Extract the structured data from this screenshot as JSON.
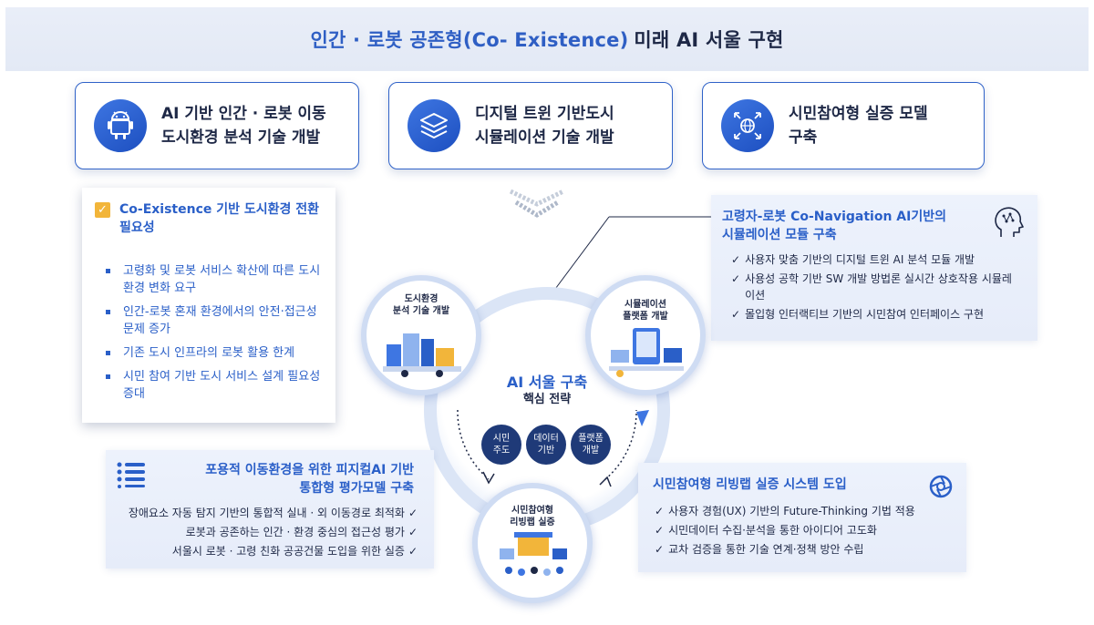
{
  "title": {
    "accent": "인간 · 로봇 공존형(Co- Existence)",
    "rest": "미래 AI 서울 구현"
  },
  "top_cards": [
    {
      "line1": "AI 기반 인간 · 로봇 이동",
      "line2": "도시환경 분석 기술 개발",
      "icon": "android-robot-icon"
    },
    {
      "line1": "디지털 트윈 기반도시",
      "line2": "시뮬레이션 기술 개발",
      "icon": "layers-stack-icon"
    },
    {
      "line1": "시민참여형 실증 모델",
      "line2": "구축",
      "icon": "globe-network-icon"
    }
  ],
  "left_box": {
    "title": "Co-Existence 기반 도시환경 전환 필요성",
    "items": [
      "고령화 및 로봇 서비스 확산에 따른 도시환경 변화 요구",
      "인간-로봇 혼재 환경에서의 안전·접근성 문제 증가",
      "기존 도시 인프라의 로봇 활용 한계",
      "시민 참여 기반 도시 서비스 설계 필요성 증대"
    ]
  },
  "right_top_panel": {
    "title_line1": "고령자-로봇 Co-Navigation AI기반의",
    "title_line2": "시뮬레이션 모듈 구축",
    "items": [
      "사용자 맞춤 기반의 디지털 트윈 AI 분석 모듈 개발",
      "사용성 공학 기반 SW 개발 방법론 실시간 상호작용 시뮬레이션",
      "몰입형 인터랙티브 기반의 시민참여 인터페이스 구현"
    ]
  },
  "left_bottom_panel": {
    "title_line1": "포용적 이동환경을 위한 피지컬AI 기반",
    "title_line2": "통합형 평가모델 구축",
    "items": [
      "장애요소 자동 탐지 기반의 통합적 실내 · 외 이동경로 최적화",
      "로봇과 공존하는 인간 · 환경 중심의 접근성 평가",
      "서울시 로봇 · 고령 친화 공공건물 도입을 위한 실증"
    ]
  },
  "right_bottom_panel": {
    "title": "시민참여형 리빙랩 실증 시스템 도입",
    "items": [
      "사용자 경험(UX) 기반의 Future-Thinking 기법 적용",
      "시민데이터 수집·분석을 통한 아이디어 고도화",
      "교차 검증을 통한 기술 연계·정책 방안 수립"
    ]
  },
  "center": {
    "title": "AI 서울 구축",
    "subtitle": "핵심 전략",
    "pills": [
      {
        "l1": "시민",
        "l2": "주도"
      },
      {
        "l1": "데이터",
        "l2": "기반"
      },
      {
        "l1": "플랫폼",
        "l2": "개발"
      }
    ]
  },
  "nodes": [
    {
      "l1": "도시환경",
      "l2": "분석 기술 개발"
    },
    {
      "l1": "시뮬레이션",
      "l2": "플랫폼 개발"
    },
    {
      "l1": "시민참여형",
      "l2": "리빙랩 실증"
    }
  ],
  "check_mark": "✓",
  "colors": {
    "accent": "#2a5fc8",
    "dark_navy": "#1f3a78",
    "panel_bg": "#e9effb"
  }
}
